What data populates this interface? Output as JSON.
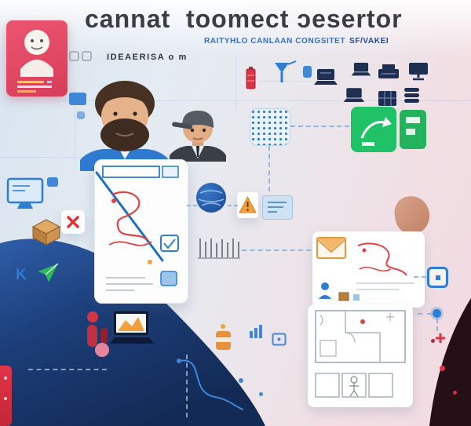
{
  "header": {
    "title": "cannat  toomect ɔesertor",
    "subtitle_main": "RAITYHLO CANLAAN CONGSITET",
    "subtitle_accent": "SF/VAKEI",
    "brand": "IDEAERISA o m"
  },
  "decor": {
    "k_label": "K"
  },
  "colors": {
    "accent_red": "#d63545",
    "accent_blue": "#2d7dd2",
    "navy": "#16305c",
    "green": "#1fc267",
    "orange": "#f2a03d",
    "maroon": "#241016"
  },
  "icons": [
    "battery-icon",
    "flask-icon",
    "laptop-icon",
    "printer-icon",
    "monitor-icon",
    "grid-box-icon",
    "coin-stack-icon",
    "dot-matrix-icon",
    "globe-icon",
    "warning-card-icon",
    "note-icon",
    "tally-lines",
    "cube-icon",
    "error-x-icon",
    "paper-plane-icon",
    "monitor-outline-icon",
    "chart-laptop-icon",
    "candle-icon",
    "envelope-icon",
    "floor-plan-card",
    "red-plus-icon",
    "node-dot",
    "component-icon",
    "capsule-shapes",
    "signal-curve",
    "person-glyph-icon",
    "bar-chart-icon"
  ]
}
